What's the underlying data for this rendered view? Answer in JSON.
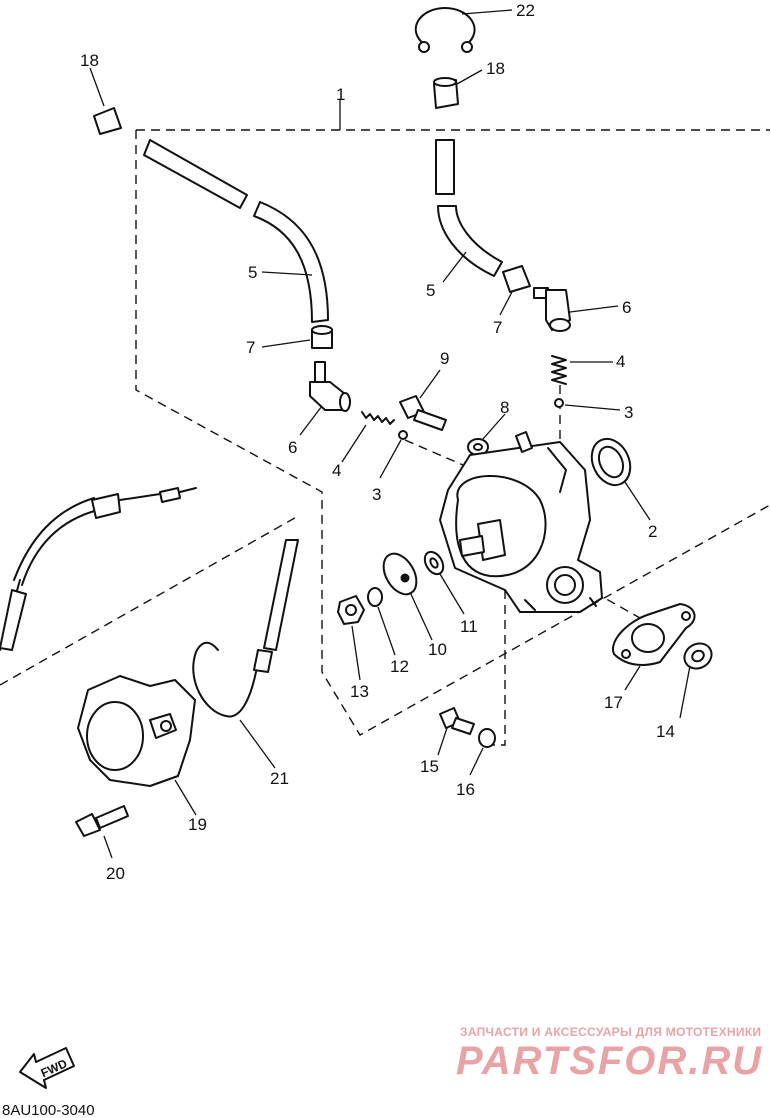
{
  "diagram": {
    "callouts": [
      {
        "id": "c22",
        "label": "22"
      },
      {
        "id": "c18a",
        "label": "18"
      },
      {
        "id": "c18b",
        "label": "18"
      },
      {
        "id": "c1",
        "label": "1"
      },
      {
        "id": "c5a",
        "label": "5"
      },
      {
        "id": "c5b",
        "label": "5"
      },
      {
        "id": "c6a",
        "label": "6"
      },
      {
        "id": "c6b",
        "label": "6"
      },
      {
        "id": "c7a",
        "label": "7"
      },
      {
        "id": "c7b",
        "label": "7"
      },
      {
        "id": "c4a",
        "label": "4"
      },
      {
        "id": "c4b",
        "label": "4"
      },
      {
        "id": "c3a",
        "label": "3"
      },
      {
        "id": "c3b",
        "label": "3"
      },
      {
        "id": "c9",
        "label": "9"
      },
      {
        "id": "c8",
        "label": "8"
      },
      {
        "id": "c2",
        "label": "2"
      },
      {
        "id": "c10",
        "label": "10"
      },
      {
        "id": "c11",
        "label": "11"
      },
      {
        "id": "c12",
        "label": "12"
      },
      {
        "id": "c13",
        "label": "13"
      },
      {
        "id": "c17",
        "label": "17"
      },
      {
        "id": "c14",
        "label": "14"
      },
      {
        "id": "c15",
        "label": "15"
      },
      {
        "id": "c16",
        "label": "16"
      },
      {
        "id": "c19",
        "label": "19"
      },
      {
        "id": "c20",
        "label": "20"
      },
      {
        "id": "c21",
        "label": "21"
      }
    ],
    "fwd_label": "FWD",
    "drawing_code": "8AU100-3040"
  },
  "watermark": {
    "tagline": "ЗАПЧАСТИ И АКСЕССУАРЫ ДЛЯ МОТОТЕХНИКИ",
    "brand": "PARTSFOR.RU",
    "color": "#e8a3a6"
  }
}
